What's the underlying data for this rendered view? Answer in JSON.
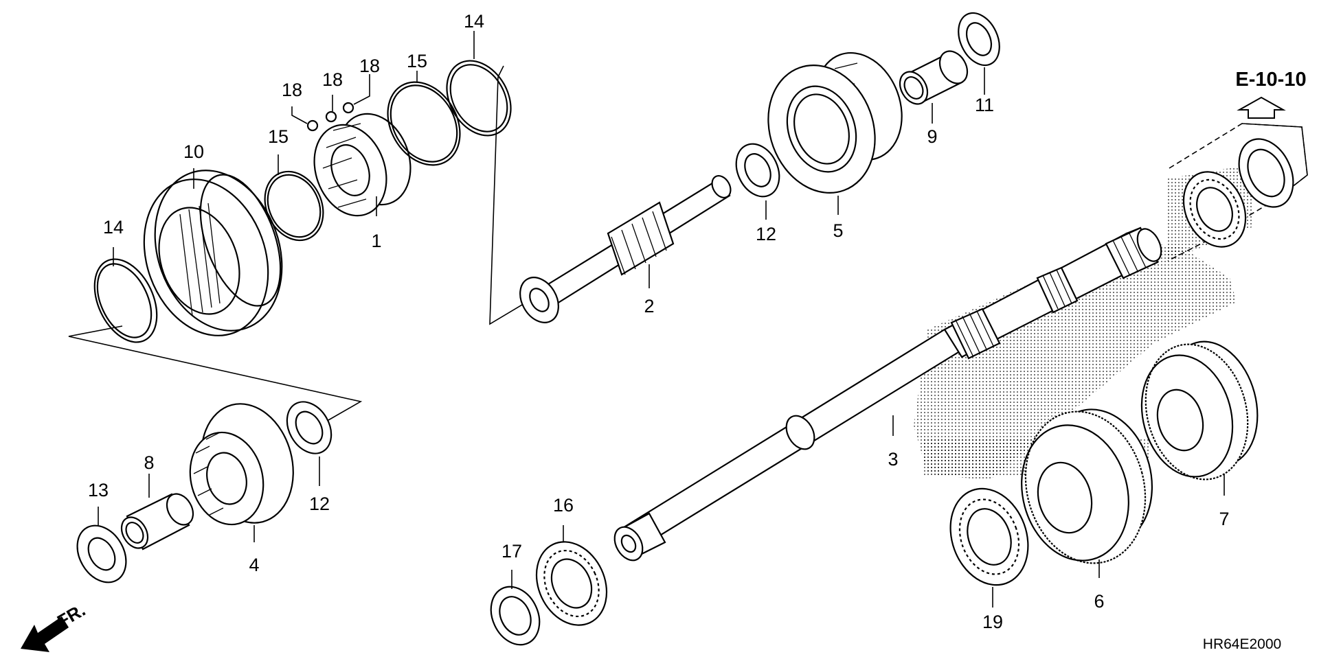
{
  "reference": "E-10-10",
  "diagram_code": "HR64E2000",
  "direction_label": "FR.",
  "callouts": {
    "c1": "1",
    "c2": "2",
    "c3": "3",
    "c4": "4",
    "c5": "5",
    "c6": "6",
    "c7": "7",
    "c8": "8",
    "c9": "9",
    "c10": "10",
    "c11": "11",
    "c12a": "12",
    "c12b": "12",
    "c13": "13",
    "c14a": "14",
    "c14b": "14",
    "c15a": "15",
    "c15b": "15",
    "c16": "16",
    "c17": "17",
    "c18a": "18",
    "c18b": "18",
    "c18c": "18",
    "c19": "19"
  }
}
